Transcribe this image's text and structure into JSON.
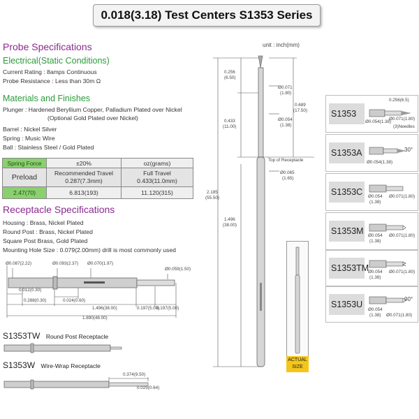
{
  "header": {
    "title": "0.018(3.18) Test Centers S1353 Series"
  },
  "probe_spec": {
    "heading": "Probe Specifications",
    "electrical_heading": "Electrical(Static Conditions)",
    "current_rating": "Current Rating : 8amps Continuous",
    "resistance": "Probe Resistance : Less than 30m Ω",
    "materials_heading": "Materials and Finishes",
    "plunger_1": "Plunger : Hardened Beryllium Copper, Palladium Plated over Nickel",
    "plunger_2": "(Optional Gold Plated over Nickel)",
    "barrel": "Barrel   : Nickel Silver",
    "spring": "Spring   : Music Wire",
    "ball": "Ball : Stainless Steel / Gold Plated"
  },
  "spring_table": {
    "h_force": "Spring Force",
    "h_tol": "±20%",
    "h_unit": "oz(grams)",
    "preload": "Preload",
    "rec_travel": "Recommended Travel",
    "rec_travel_val": "0.287(7.3mm)",
    "full_travel": "Full Travel",
    "full_travel_val": "0.433(11.0mm)",
    "v1": "2.47(70)",
    "v2": "6.813(193)",
    "v3": "11.120(315)"
  },
  "receptacle_spec": {
    "heading": "Receptacle Specifications",
    "housing": "Housing : Brass, Nickel Plated",
    "round_post": "Round Post : Brass, Nickel Plated",
    "square_post": "Square Post   Brass, Gold Plated",
    "mounting": "Mounting Hole Size : 0.079(2.00mm) drill is most commonly used"
  },
  "receptacle_dims": {
    "d1": "Ø0.087(2.22)",
    "d2": "Ø0.093(2.37)",
    "d3": "Ø0.070(1.97)",
    "d4": "Ø0.059(1.50)",
    "d5": "0.012(0.30)",
    "d6": "0.288(0.30)",
    "d7": "0.024(0.60)",
    "d8": "1.496(38.00)",
    "d9": "0.197(5.00)",
    "d10": "0.197(5.00)",
    "d11": "1.890(48.00)"
  },
  "tw": {
    "label_code": "S1353TW",
    "label_desc": "Round Post Receptacle"
  },
  "w": {
    "label_code": "S1353W",
    "label_desc": "Wire-Wrap Receptacle",
    "dim1": "0.374(9.50)",
    "dim2": "0.025(0.64)"
  },
  "probe_dims": {
    "unit": "unit : inch(mm)",
    "a": "0.256",
    "a_mm": "(6.50)",
    "b": "Ø0.071",
    "b_mm": "(1.80)",
    "c": "0.689",
    "c_mm": "(17.50)",
    "d": "0.433",
    "d_mm": "(11.00)",
    "e": "Ø0.054",
    "e_mm": "(1.38)",
    "top_rec": "Top of Receptacle",
    "f": "Ø0.065",
    "f_mm": "(1.65)",
    "g": "2.185",
    "g_mm": "(55.50)",
    "h": "1.496",
    "h_mm": "(38.00)"
  },
  "actual_size": {
    "line1": "ACTUAL",
    "line2": "SIZE"
  },
  "variants": [
    {
      "label": "S1353",
      "d1": "0.256(6.5)",
      "d2": "Ø0.054(1.38)",
      "d3": "Ø0.071(1.80)",
      "d4": "(3)Needles"
    },
    {
      "label": "S1353A",
      "d1": "30°",
      "d2": "Ø0.054(1.38)"
    },
    {
      "label": "S1353C",
      "d1": "Ø0.054",
      "d2": "(1.38)",
      "d3": "Ø0.071(1.80)"
    },
    {
      "label": "S1353M",
      "d1": "Ø0.054",
      "d2": "(1.38)",
      "d3": "Ø0.071(1.80)"
    },
    {
      "label": "S1353TM",
      "d1": "Ø0.054",
      "d2": "(1.38)",
      "d3": "Ø0.071(1.80)"
    },
    {
      "label": "S1353U",
      "d1": "90°",
      "d2": "Ø0.054",
      "d3": "(1.38)",
      "d4": "Ø0.071(1.80)"
    }
  ],
  "colors": {
    "heading_purple": "#8a2a8e",
    "heading_green": "#2c9a3a",
    "table_green": "#8ad06f",
    "actual_size_yellow": "#f3c619"
  }
}
